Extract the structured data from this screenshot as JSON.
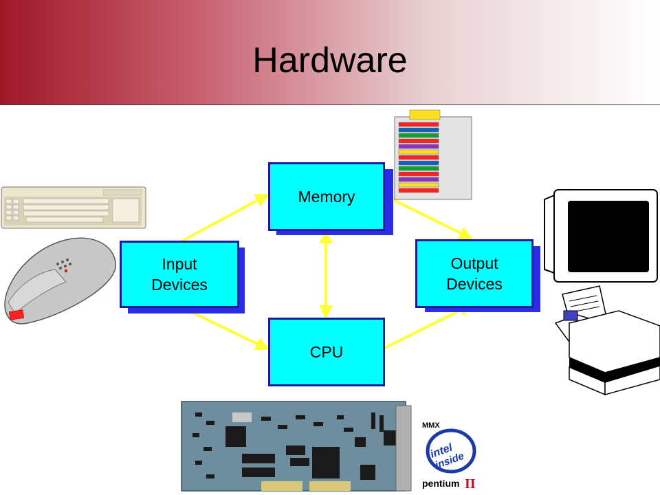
{
  "title": "Hardware",
  "nodes": {
    "memory": {
      "label": "Memory"
    },
    "input": {
      "line1": "Input",
      "line2": "Devices"
    },
    "output": {
      "line1": "Output",
      "line2": "Devices"
    },
    "cpu": {
      "label": "CPU"
    }
  },
  "logo": {
    "top": "MMX",
    "brand1": "intel",
    "brand2": "inside",
    "product": "pentium",
    "suffix": "II"
  },
  "colors": {
    "accent": "#a01828",
    "box_fill": "#00ffff",
    "box_border": "#1a1aa0",
    "arrow": "#ffff33"
  }
}
